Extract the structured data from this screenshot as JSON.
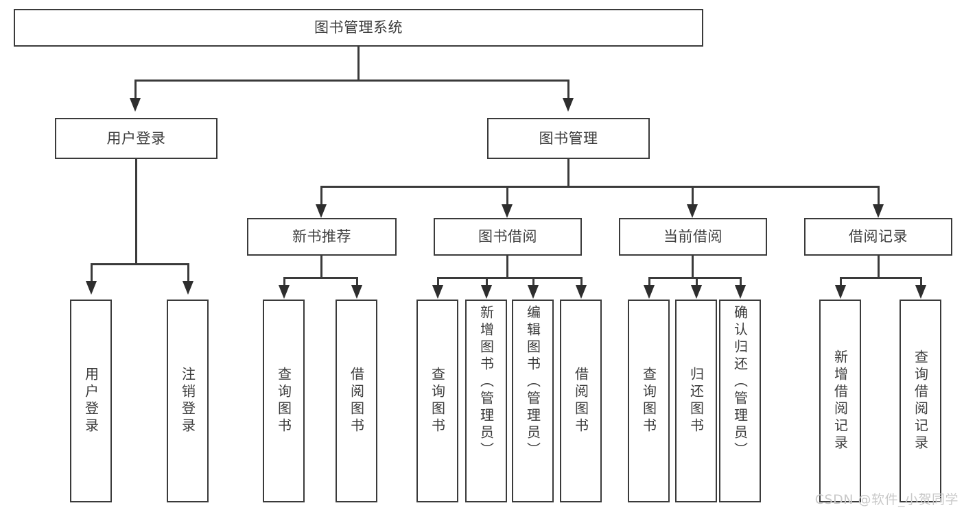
{
  "diagram": {
    "type": "tree-hierarchy",
    "title": "图书管理系统",
    "root": {
      "label": "图书管理系统"
    },
    "level2": [
      {
        "id": "user-login",
        "label": "用户登录"
      },
      {
        "id": "book-manage",
        "label": "图书管理"
      }
    ],
    "level3": [
      {
        "id": "new-book-rec",
        "label": "新书推荐"
      },
      {
        "id": "book-borrow",
        "label": "图书借阅"
      },
      {
        "id": "current-borrow",
        "label": "当前借阅"
      },
      {
        "id": "borrow-record",
        "label": "借阅记录"
      }
    ],
    "leaves": {
      "user_login": [
        {
          "id": "leaf-user-login",
          "label": "用户登录"
        },
        {
          "id": "leaf-user-logout",
          "label": "注销登录"
        }
      ],
      "new_book_rec": [
        {
          "id": "leaf-query-book-1",
          "label": "查询图书"
        },
        {
          "id": "leaf-borrow-book-1",
          "label": "借阅图书"
        }
      ],
      "book_borrow": [
        {
          "id": "leaf-query-book-2",
          "label": "查询图书"
        },
        {
          "id": "leaf-add-book",
          "label": "新增图书（管理员）"
        },
        {
          "id": "leaf-edit-book",
          "label": "编辑图书（管理员）"
        },
        {
          "id": "leaf-borrow-book-2",
          "label": "借阅图书"
        }
      ],
      "current_borrow": [
        {
          "id": "leaf-query-book-3",
          "label": "查询图书"
        },
        {
          "id": "leaf-return-book",
          "label": "归还图书"
        },
        {
          "id": "leaf-confirm-return",
          "label": "确认归还（管理员）"
        }
      ],
      "borrow_record": [
        {
          "id": "leaf-add-record",
          "label": "新增借阅记录"
        },
        {
          "id": "leaf-query-record",
          "label": "查询借阅记录"
        }
      ]
    }
  },
  "watermark": {
    "text": "CSDN @软件_小贺同学"
  },
  "colors": {
    "border": "#3a3a3a",
    "text": "#3c3c3c",
    "background": "#ffffff",
    "arrow": "#2e2e2e",
    "watermark": "#c9c9c9"
  }
}
